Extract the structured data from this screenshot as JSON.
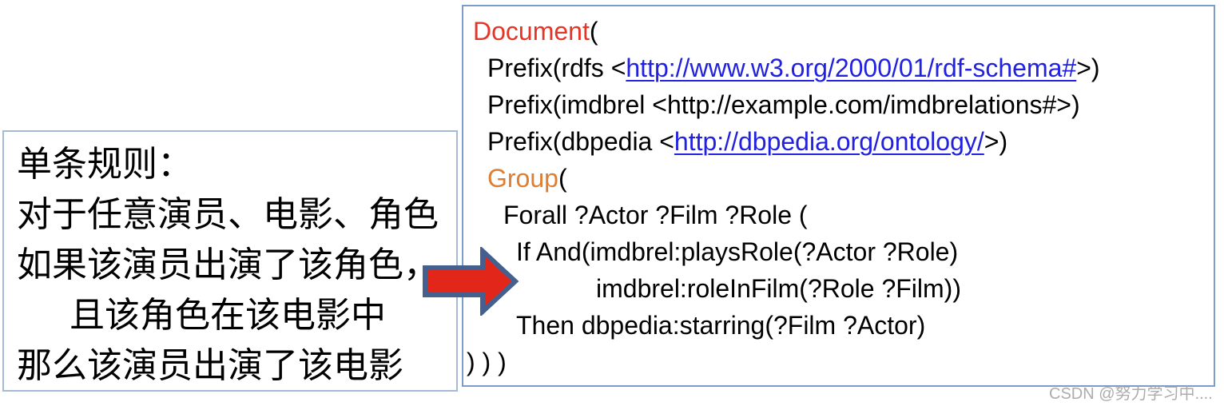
{
  "left_box": {
    "lines": [
      {
        "text": "单条规则：",
        "indent": false
      },
      {
        "text": "对于任意演员、电影、角色",
        "indent": false
      },
      {
        "text": "如果该演员出演了该角色，",
        "indent": false
      },
      {
        "text": "且该角色在该电影中",
        "indent": true
      },
      {
        "text": "那么该演员出演了该电影",
        "indent": false
      }
    ]
  },
  "code_box": {
    "lines": [
      {
        "indent": 8,
        "segments": [
          {
            "text": "Document",
            "style": "keyword-red"
          },
          {
            "text": "(",
            "style": "plain"
          }
        ]
      },
      {
        "indent": 26,
        "segments": [
          {
            "text": "Prefix(rdfs <",
            "style": "plain"
          },
          {
            "text": "http://www.w3.org/2000/01/rdf-schema#",
            "style": "link"
          },
          {
            "text": ">)",
            "style": "plain"
          }
        ]
      },
      {
        "indent": 26,
        "segments": [
          {
            "text": "Prefix(imdbrel <http://example.com/imdbrelations#>)",
            "style": "plain"
          }
        ]
      },
      {
        "indent": 26,
        "segments": [
          {
            "text": "Prefix(dbpedia <",
            "style": "plain"
          },
          {
            "text": "http://dbpedia.org/ontology/",
            "style": "link"
          },
          {
            "text": ">)",
            "style": "plain"
          }
        ]
      },
      {
        "indent": 26,
        "segments": [
          {
            "text": "Group",
            "style": "keyword-orange"
          },
          {
            "text": "(",
            "style": "plain"
          }
        ]
      },
      {
        "indent": 46,
        "segments": [
          {
            "text": "Forall ?Actor ?Film ?Role (",
            "style": "plain"
          }
        ]
      },
      {
        "indent": 62,
        "segments": [
          {
            "text": "If And(imdbrel:playsRole(?Actor ?Role)",
            "style": "plain"
          }
        ]
      },
      {
        "indent": 162,
        "segments": [
          {
            "text": "imdbrel:roleInFilm(?Role ?Film))",
            "style": "plain"
          }
        ]
      },
      {
        "indent": 62,
        "segments": [
          {
            "text": "Then dbpedia:starring(?Film ?Actor)",
            "style": "plain"
          }
        ]
      },
      {
        "indent": 0,
        "segments": [
          {
            "text": ") ) )",
            "style": "plain"
          }
        ]
      }
    ]
  },
  "arrow": {
    "fill": "#e3261a",
    "stroke": "#44608f"
  },
  "watermark": {
    "text": "CSDN @努力学习中...."
  },
  "colors": {
    "keyword_red": "#e63427",
    "keyword_orange": "#dd7e32",
    "link_blue": "#2121df",
    "left_box_border": "#a4bad8",
    "right_box_border": "#7d9dc9"
  }
}
